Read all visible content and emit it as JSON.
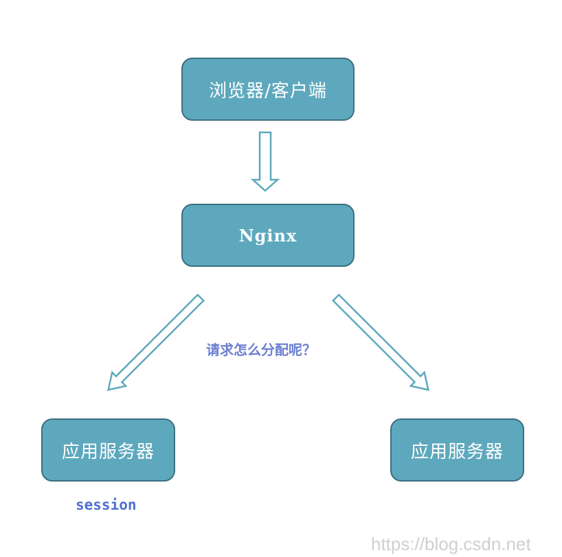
{
  "nodes": {
    "client": "浏览器/客户端",
    "nginx": "Nginx",
    "app_left": "应用服务器",
    "app_right": "应用服务器"
  },
  "annotations": {
    "question": "请求怎么分配呢？",
    "session": "session"
  },
  "watermark": "https://blog.csdn.net",
  "colors": {
    "node_fill": "#5ea8bd",
    "node_border": "#3b6f80",
    "arrow_stroke": "#5ea8bd",
    "question_text": "#6a7fd0",
    "session_text": "#4f6fd0"
  }
}
